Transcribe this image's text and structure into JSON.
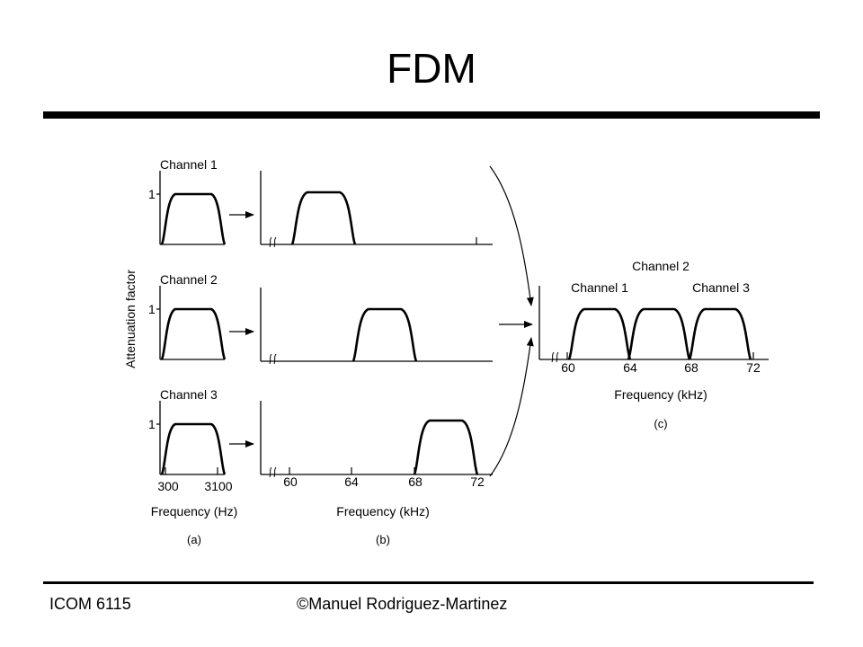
{
  "slide": {
    "title": "FDM",
    "footer_left": "ICOM 6115",
    "footer_right": "©Manuel Rodriguez-Martinez"
  },
  "diagram": {
    "y_axis_label": "Attenuation factor",
    "one_label": "1",
    "panel_a": {
      "channels": [
        "Channel 1",
        "Channel 2",
        "Channel 3"
      ],
      "tick_low": "300",
      "tick_high": "3100",
      "x_label": "Frequency (Hz)",
      "caption": "(a)"
    },
    "panel_b": {
      "ticks": [
        "60",
        "64",
        "68",
        "72"
      ],
      "x_label": "Frequency (kHz)",
      "caption": "(b)"
    },
    "panel_c": {
      "label_channel1": "Channel 1",
      "label_channel2": "Channel 2",
      "label_channel3": "Channel 3",
      "ticks": [
        "60",
        "64",
        "68",
        "72"
      ],
      "x_label": "Frequency (kHz)",
      "caption": "(c)"
    },
    "colors": {
      "ink": "#000000",
      "background": "#ffffff"
    }
  }
}
